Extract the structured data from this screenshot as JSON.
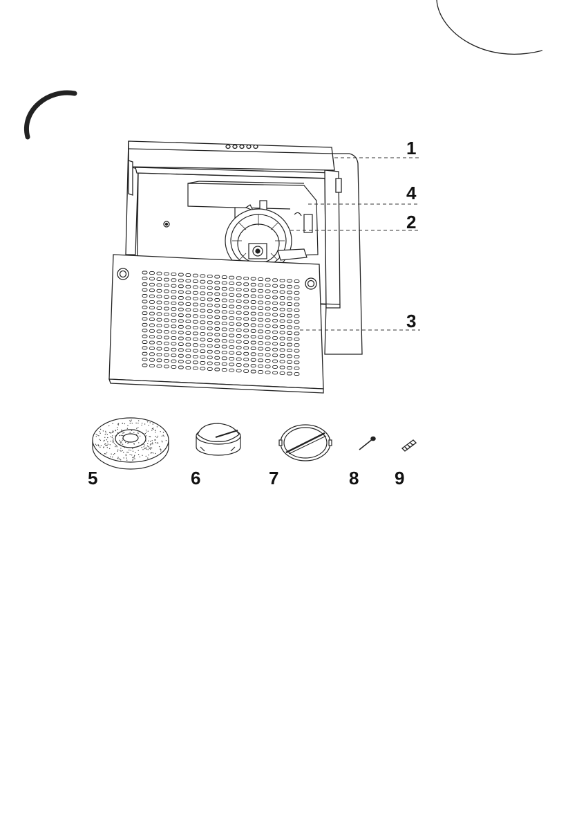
{
  "diagram": {
    "callouts": [
      {
        "id": "1",
        "label": "1"
      },
      {
        "id": "4",
        "label": "4"
      },
      {
        "id": "2",
        "label": "2"
      },
      {
        "id": "3",
        "label": "3"
      }
    ],
    "parts": [
      {
        "id": "5",
        "label": "5",
        "icon": "charcoal-filter-icon"
      },
      {
        "id": "6",
        "label": "6",
        "icon": "duct-adapter-icon"
      },
      {
        "id": "7",
        "label": "7",
        "icon": "flap-ring-icon"
      },
      {
        "id": "8",
        "label": "8",
        "icon": "screw-icon"
      },
      {
        "id": "9",
        "label": "9",
        "icon": "wall-plug-icon"
      }
    ],
    "line_color": "#222222",
    "background": "#ffffff"
  }
}
